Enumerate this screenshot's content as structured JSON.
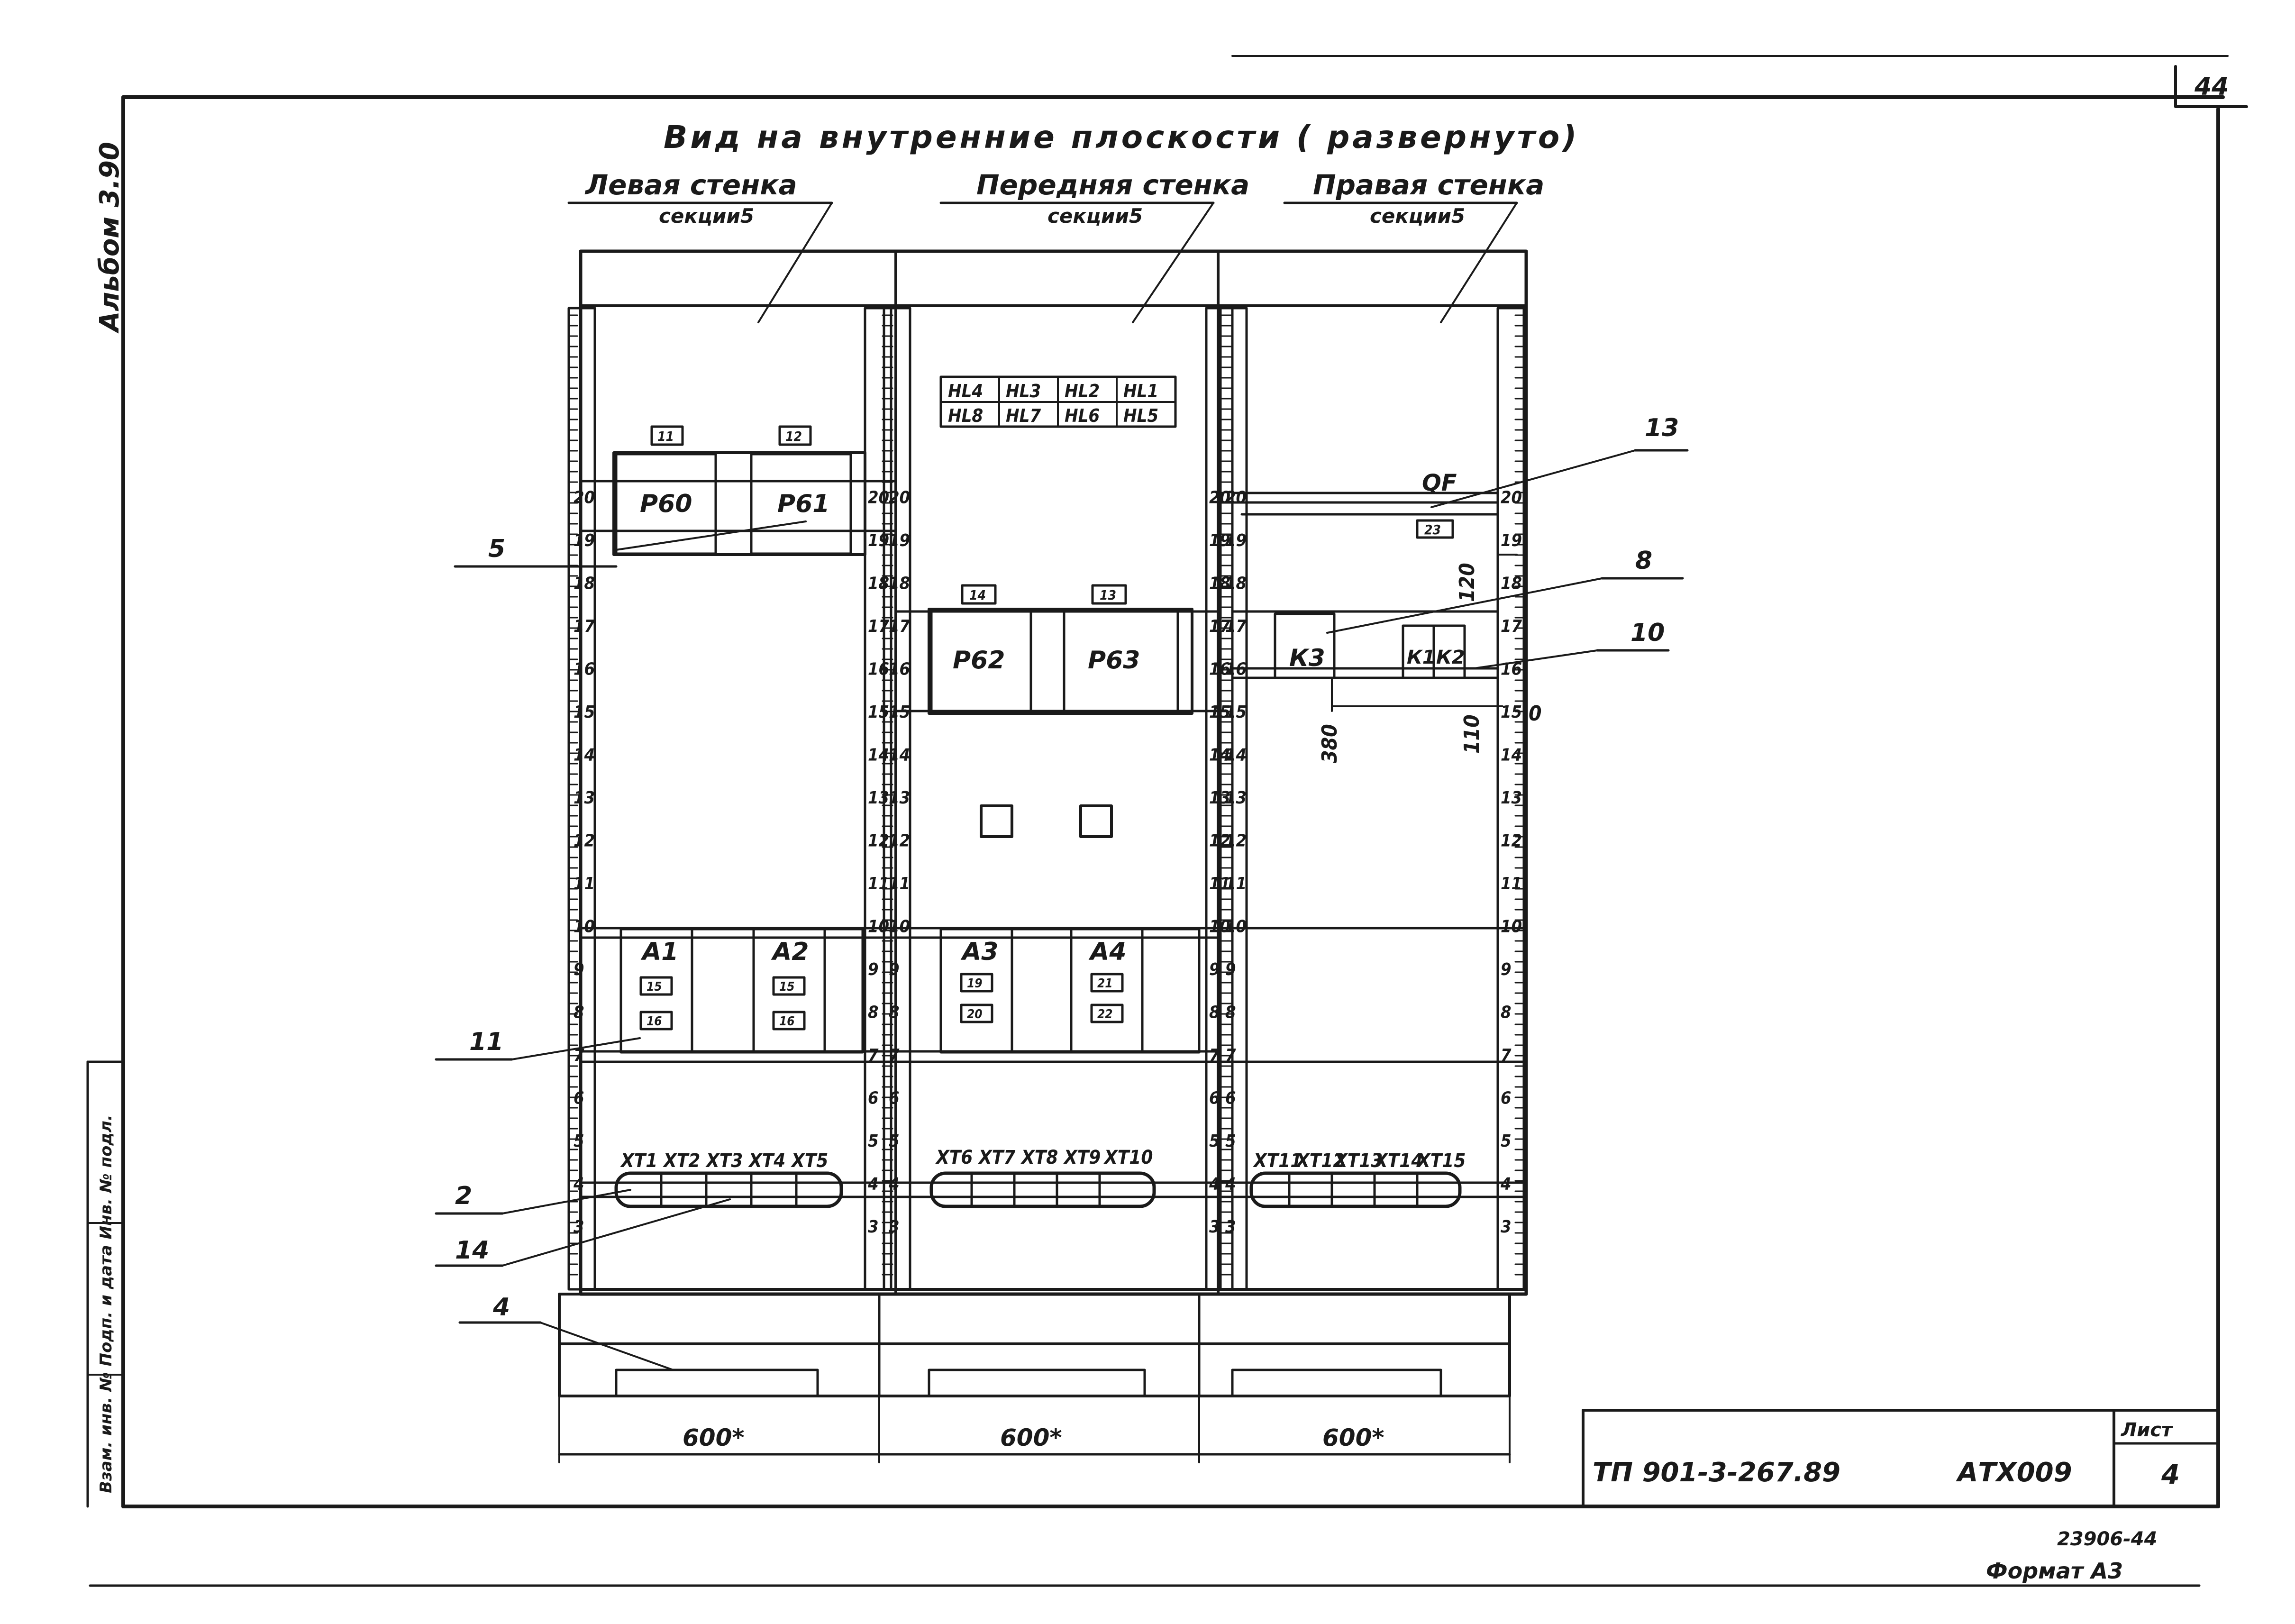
{
  "sheet_number": "44",
  "album_label": "Альбом 3.90",
  "side_stamp_label": "Взам. инв. №   Подп. и дата   Инв. № подл.",
  "title": "Вид на внутренние плоскости ( развернуто)",
  "walls": [
    {
      "name": "Левая стенка",
      "section": "секции5"
    },
    {
      "name": "Передняя стенка",
      "section": "секции5"
    },
    {
      "name": "Правая стенка",
      "section": "секции5"
    }
  ],
  "scale_ticks": [
    "3",
    "4",
    "5",
    "6",
    "7",
    "8",
    "9",
    "10",
    "11",
    "12",
    "13",
    "14",
    "15",
    "16",
    "17",
    "18",
    "19",
    "20"
  ],
  "devices": {
    "relays_left": [
      "Р60",
      "Р61"
    ],
    "relays_front": [
      "Р62",
      "Р63"
    ],
    "relay_markers_left": [
      "11",
      "12"
    ],
    "relay_markers_front": [
      "14",
      "13"
    ],
    "lamps_row1": [
      "HL4",
      "HL3",
      "HL2",
      "HL1"
    ],
    "lamps_row2": [
      "HL8",
      "HL7",
      "HL6",
      "HL5"
    ],
    "apparatus": [
      "А1",
      "А2",
      "А3",
      "А4"
    ],
    "apparatus_markers": [
      "15",
      "16",
      "15",
      "16",
      "19",
      "21",
      "20",
      "22"
    ],
    "terminals_left": [
      "XT1",
      "XT2",
      "XT3",
      "XT4",
      "XT5"
    ],
    "terminals_front": [
      "XT6",
      "XT7",
      "XT8",
      "XT9",
      "XT10"
    ],
    "terminals_right": [
      "XT11",
      "XT12",
      "XT13",
      "XT14",
      "XT15"
    ],
    "breaker": "QF",
    "breaker_marker": "23",
    "contactors": [
      "К3",
      "К1",
      "К2"
    ]
  },
  "dimensions": {
    "width_each": "600*",
    "d120": "120",
    "d380": "380",
    "d110": "110",
    "d0": "0"
  },
  "callouts": [
    "13",
    "5",
    "8",
    "10",
    "11",
    "2",
    "14",
    "4"
  ],
  "title_block": {
    "code": "ТП 901-3-267.89",
    "doc": "АТХ009",
    "sheet_label": "Лист",
    "sheet_num": "4"
  },
  "footer": {
    "inv": "23906-44",
    "format": "Формат А3"
  }
}
